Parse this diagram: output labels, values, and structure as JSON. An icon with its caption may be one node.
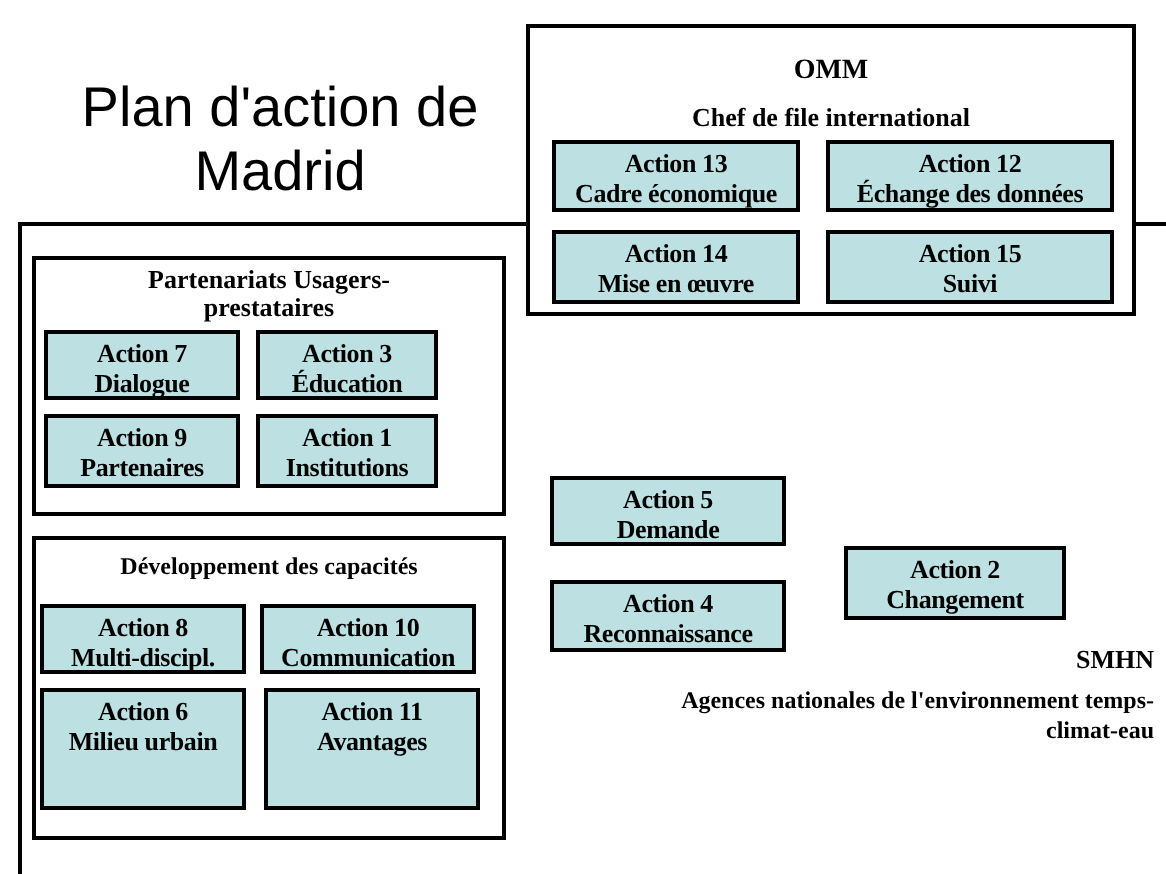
{
  "diagram": {
    "title": "Plan d'action de Madrid",
    "nodes": [
      {
        "text": [
          "OMM",
          "Chef de file international"
        ]
      },
      {
        "text": [
          "Action 13",
          "Cadre économique"
        ],
        "in": 0
      },
      {
        "text": [
          "Action 12",
          "Échange des données"
        ],
        "in": 0
      },
      {
        "text": [
          "Action 14",
          "Mise en œuvre"
        ],
        "in": 0
      },
      {
        "text": [
          "Action 15",
          "Suivi"
        ],
        "in": 0
      },
      {
        "text": [
          "Partenariats Usagers-prestataires"
        ]
      },
      {
        "text": [
          "Action 7",
          "Dialogue"
        ],
        "in": 5
      },
      {
        "text": [
          "Action 3",
          "Éducation"
        ],
        "in": 5
      },
      {
        "text": [
          "Action 9",
          "Partenaires"
        ],
        "in": 5
      },
      {
        "text": [
          "Action 1",
          "Institutions"
        ],
        "in": 5
      },
      {
        "text": [
          "Développement des capacités"
        ]
      },
      {
        "text": [
          "Action 8",
          "Multi-discipl."
        ],
        "in": 10
      },
      {
        "text": [
          "Action 10",
          "Communication"
        ],
        "in": 10
      },
      {
        "text": [
          "Action 6",
          "Milieu urbain"
        ],
        "in": 10
      },
      {
        "text": [
          "Action 11",
          "Avantages"
        ],
        "in": 10
      },
      {
        "text": [
          "Action 5",
          "Demande"
        ]
      },
      {
        "text": [
          "Action 4",
          "Reconnaissance"
        ]
      },
      {
        "text": [
          "Action 2",
          "Changement"
        ]
      }
    ],
    "labels": [
      "SMHN",
      "Agences nationales de l'environnement temps-climat-eau"
    ]
  }
}
